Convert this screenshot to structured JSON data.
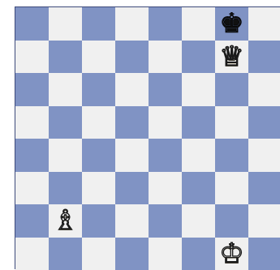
{
  "board": {
    "colors": {
      "light": "#f0f0f0",
      "dark": "#8093c4"
    },
    "pieces": [
      {
        "square": "g8",
        "type": "king",
        "color": "black",
        "glyph": "♚"
      },
      {
        "square": "g7",
        "type": "queen",
        "color": "white",
        "glyph": "♕"
      },
      {
        "square": "b2",
        "type": "bishop",
        "color": "white",
        "glyph": "♗"
      },
      {
        "square": "g1",
        "type": "king",
        "color": "white",
        "glyph": "♔"
      }
    ]
  }
}
